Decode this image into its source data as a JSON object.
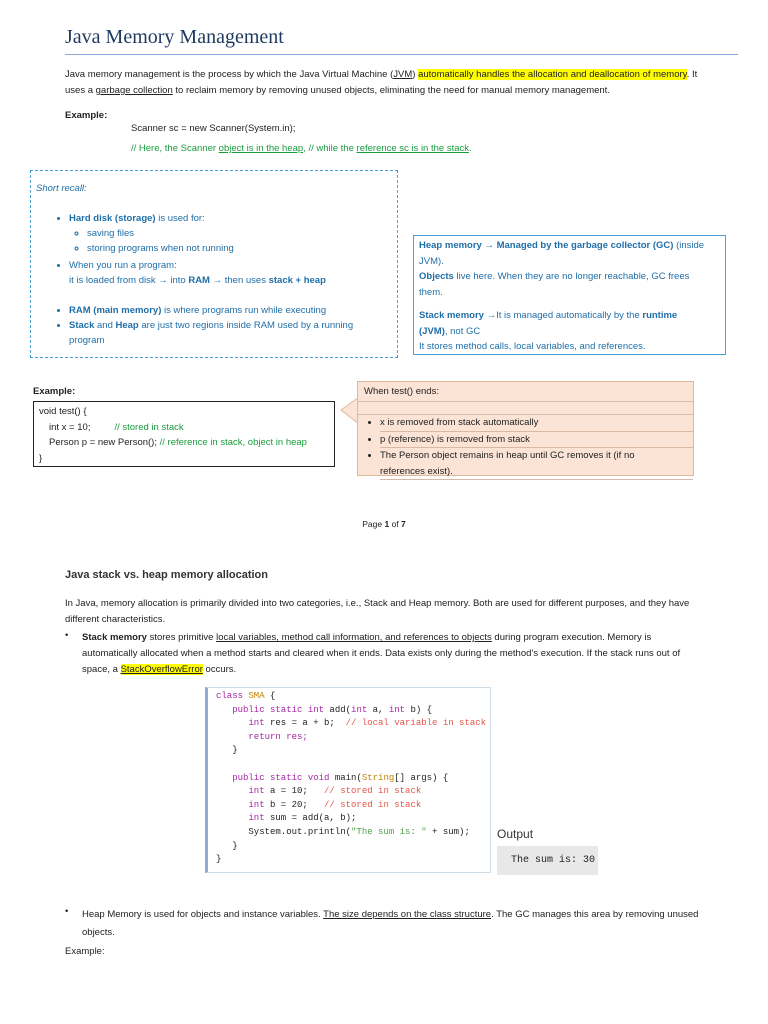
{
  "title": "Java Memory Management",
  "intro": {
    "p1": "Java memory management is the process by which the Java Virtual Machine (",
    "jvm": "JVM",
    "p2": ") ",
    "highlight": "automatically handles the allocation and deallocation of memory",
    "p3": ". It",
    "p4": "uses a ",
    "gc": "garbage collection",
    "p5": " to reclaim memory by removing unused objects, eliminating the need for manual memory management."
  },
  "example1": {
    "label": "Example:",
    "code": "Scanner sc = new Scanner(System.in);",
    "c1": "// Here, the Scanner ",
    "c2": "object is in the heap",
    "c3": ", // while the ",
    "c4": "reference sc is in the stack",
    "c5": "."
  },
  "recall": {
    "title": "Short recall:",
    "b1_bold": "Hard disk (storage)",
    "b1_rest": " is used for:",
    "sub1": "saving files",
    "sub2": "storing programs when not running",
    "b2_l1": "When you run a program:",
    "b2_l2a": "it is loaded from disk → into ",
    "b2_ram": "RAM",
    "b2_l2b": " → then uses ",
    "b2_sh": "stack + heap",
    "b3_bold": "RAM (main memory)",
    "b3_rest": " is where programs run while executing",
    "b4_stack": "Stack",
    "b4_and": " and ",
    "b4_heap": "Heap",
    "b4_rest": " are just two regions inside RAM used by a running",
    "b4_l2": "program"
  },
  "heapbox": {
    "h1_bold": "Heap memory → Managed by the garbage collector (GC)",
    "h1_rest": " (inside",
    "h1_l2": "JVM).",
    "h2_bold": "Objects",
    "h2_rest": " live here. When they are no longer reachable, GC frees",
    "h2_l2": "them.",
    "s1_bold": "Stack memory",
    "s1_mid": " →It is managed automatically by the ",
    "s1_rt": "runtime",
    "s2_bold": "(JVM)",
    "s2_rest": ", not GC",
    "s3": "It stores method calls, local variables, and references."
  },
  "example2": {
    "label": "Example:",
    "l1": "void test() {",
    "l2": "int x = 10;",
    "l2c": "// stored in stack",
    "l3": "Person p = new Person(); ",
    "l3c": "// reference in stack, object in heap",
    "l4": "}"
  },
  "callout": {
    "title": "When test() ends:",
    "items": [
      "x is removed from stack automatically",
      "p (reference) is removed from stack",
      "The Person object remains in heap until GC removes it (if no",
      "references exist)."
    ]
  },
  "footer": {
    "pre": "Page ",
    "num": "1",
    "mid": " of ",
    "total": "7"
  },
  "section2": {
    "heading": "Java stack vs. heap memory allocation",
    "intro": "In Java, memory allocation is primarily divided into two categories, i.e., Stack and Heap memory. Both are used for different purposes, and they have",
    "intro2": "different characteristics.",
    "stack_bold": "Stack memory",
    "stack_a": " stores primitive ",
    "stack_ul": "local variables, method call information, and references to objects",
    "stack_b": " during program execution. Memory is",
    "stack_l2": "automatically allocated when a method starts and cleared when it ends. Data exists only during the method’s execution. If the stack runs out of",
    "stack_l3a": "space, a ",
    "stack_err": "StackOverflowError",
    "stack_l3b": " occurs.",
    "output_label": "Output",
    "output_text": "The sum is: 30",
    "heap_a": "Heap Memory is used for objects and instance variables. ",
    "heap_ul": "The size depends on the class structure",
    "heap_b": ". The GC manages this area by removing unused",
    "heap_l2": "objects.",
    "example": "Example:"
  },
  "code": {
    "l1a": "class ",
    "l1b": "SMA",
    "l1c": " {",
    "l2a": "public static ",
    "l2b": "int",
    "l2c": " add(",
    "l2d": "int",
    "l2e": " a, ",
    "l2f": "int",
    "l2g": " b) {",
    "l3a": "int",
    "l3b": " res = a + b;  ",
    "l3c": "// local variable in stack",
    "l4": "return res;",
    "l5": "}",
    "l6a": "public static ",
    "l6b": "void",
    "l6c": " main(",
    "l6d": "String",
    "l6e": "[] args) {",
    "l7a": "int",
    "l7b": " a = 10;   ",
    "l7c": "// stored in stack",
    "l8a": "int",
    "l8b": " b = 20;   ",
    "l8c": "// stored in stack",
    "l9a": "int",
    "l9b": " sum = add(a, b);",
    "l10a": "System.out.println(",
    "l10b": "\"The sum is: \"",
    "l10c": " + sum);",
    "l11": "}",
    "l12": "}"
  }
}
